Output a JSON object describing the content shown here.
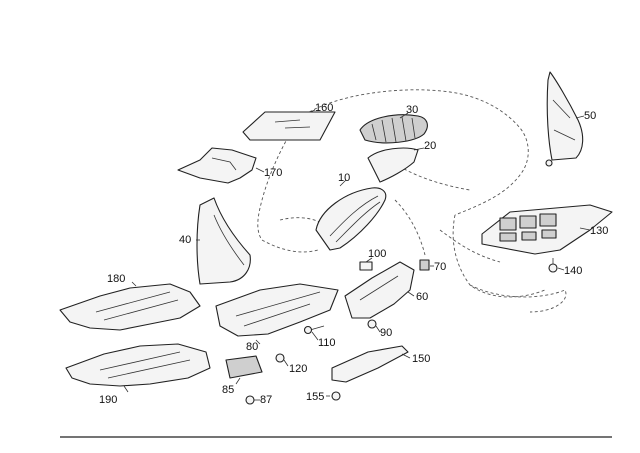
{
  "diagram": {
    "callouts": [
      {
        "id": "160",
        "text": "160"
      },
      {
        "id": "30",
        "text": "30"
      },
      {
        "id": "50",
        "text": "50"
      },
      {
        "id": "20",
        "text": "20"
      },
      {
        "id": "170",
        "text": "170"
      },
      {
        "id": "10",
        "text": "10"
      },
      {
        "id": "40",
        "text": "40"
      },
      {
        "id": "130",
        "text": "130"
      },
      {
        "id": "100",
        "text": "100"
      },
      {
        "id": "70",
        "text": "70"
      },
      {
        "id": "140",
        "text": "140"
      },
      {
        "id": "180",
        "text": "180"
      },
      {
        "id": "60",
        "text": "60"
      },
      {
        "id": "90",
        "text": "90"
      },
      {
        "id": "110",
        "text": "110"
      },
      {
        "id": "80",
        "text": "80"
      },
      {
        "id": "120",
        "text": "120"
      },
      {
        "id": "150",
        "text": "150"
      },
      {
        "id": "85",
        "text": "85"
      },
      {
        "id": "87",
        "text": "87"
      },
      {
        "id": "155",
        "text": "155"
      },
      {
        "id": "190",
        "text": "190"
      }
    ]
  }
}
